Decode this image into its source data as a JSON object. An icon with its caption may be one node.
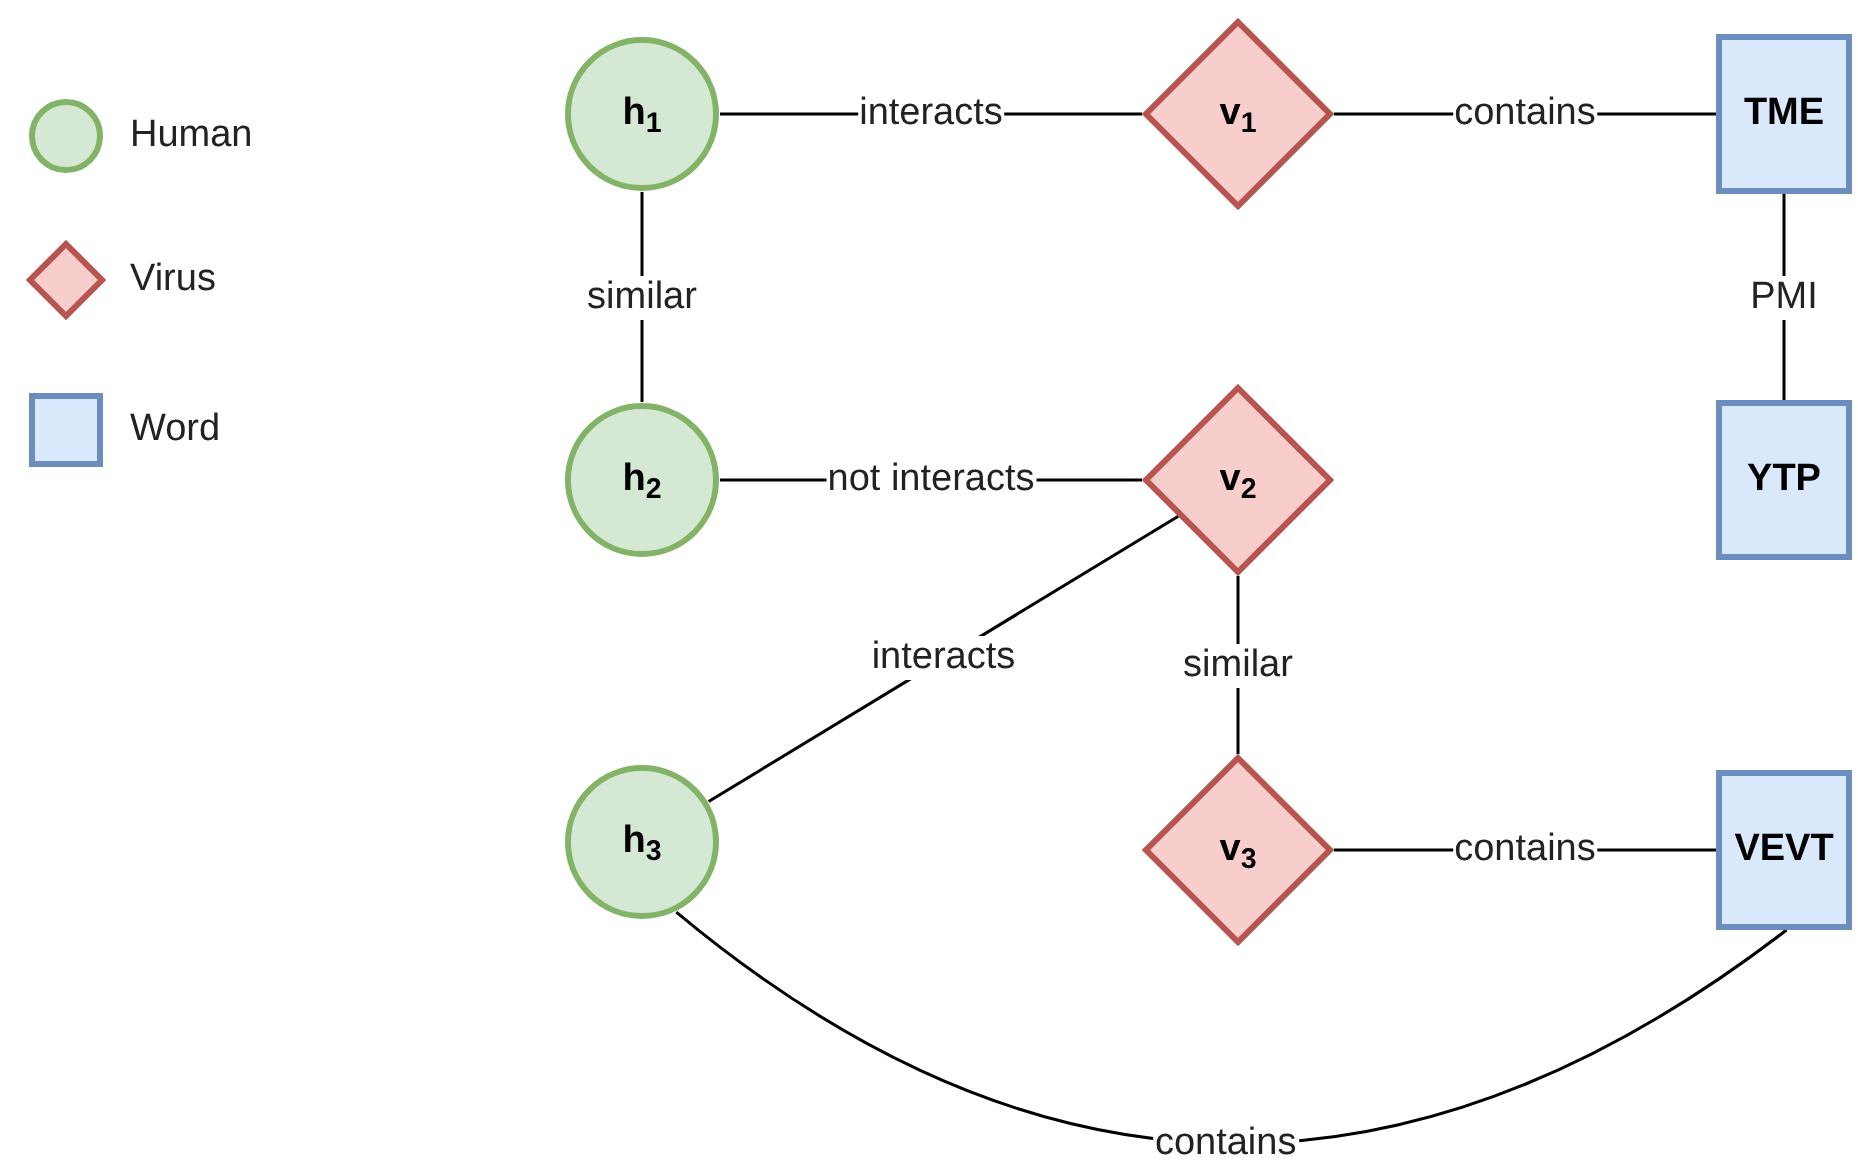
{
  "diagram": {
    "nodes": [
      {
        "text": [
          "h$_{1}$"
        ]
      },
      {
        "text": [
          "v$_{1}$"
        ]
      },
      {
        "text": [
          "TME"
        ]
      },
      {
        "text": [
          "h$_{2}$"
        ]
      },
      {
        "text": [
          "v$_{2}$"
        ]
      },
      {
        "text": [
          "YTP"
        ]
      },
      {
        "text": [
          "h$_{3}$"
        ]
      },
      {
        "text": [
          "v$_{3}$"
        ]
      },
      {
        "text": [
          "VEVT"
        ]
      }
    ],
    "edges": [
      {
        "from": 0,
        "to": 1,
        "arrow": "none",
        "label": "interacts"
      },
      {
        "from": 1,
        "to": 2,
        "arrow": "none",
        "label": "contains"
      },
      {
        "from": 0,
        "to": 3,
        "arrow": "none",
        "label": "similar"
      },
      {
        "from": 2,
        "to": 5,
        "arrow": "none",
        "label": "PMI"
      },
      {
        "from": 3,
        "to": 4,
        "arrow": "none",
        "label": "not interacts"
      },
      {
        "from": 4,
        "to": 6,
        "arrow": "none",
        "label": "interacts"
      },
      {
        "from": 4,
        "to": 7,
        "arrow": "none",
        "label": "similar"
      },
      {
        "from": 7,
        "to": 8,
        "arrow": "none",
        "label": "contains"
      },
      {
        "from": 6,
        "to": 8,
        "arrow": "none",
        "label": "contains"
      }
    ],
    "legend": [
      {
        "text": "Human",
        "color": "#d5e8d4"
      },
      {
        "text": "Virus",
        "color": "#f8cecc"
      },
      {
        "text": "Word",
        "color": "#dae8fc"
      }
    ]
  }
}
